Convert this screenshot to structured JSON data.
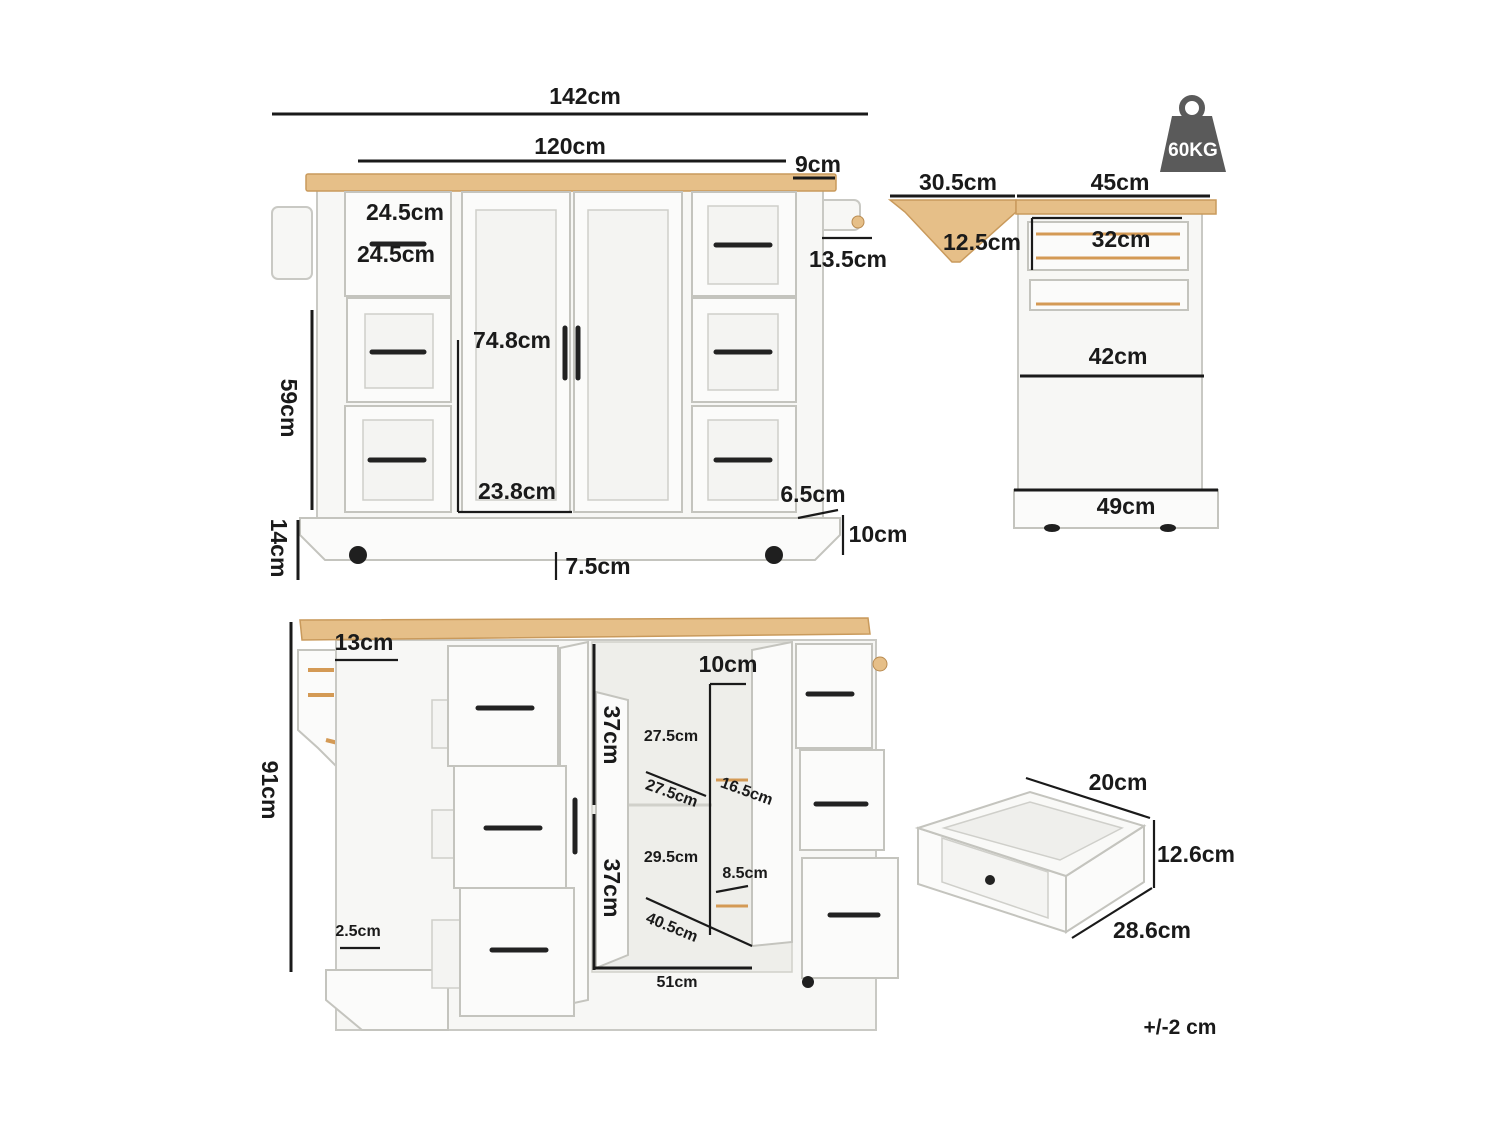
{
  "colors": {
    "wood": "#e6bf88",
    "cabinet": "#f7f7f5",
    "handle": "#222222",
    "weight_icon": "#5a5a5a"
  },
  "front_view": {
    "overall_width": "142cm",
    "top_width": "120cm",
    "overhang": "9cm",
    "drawer_width": "24.5cm",
    "drawer_depth": "24.5cm",
    "side_handle": "13.5cm",
    "door_height": "74.8cm",
    "body_height": "59cm",
    "door_width": "23.8cm",
    "corner": "6.5cm",
    "base_height": "14cm",
    "base_lift": "10cm",
    "wheel_height": "7.5cm"
  },
  "side_view": {
    "weight_icon": "weight-icon",
    "max_load": "60KG",
    "drop_leaf": "30.5cm",
    "top_depth": "45cm",
    "rack_height": "12.5cm",
    "rack_width": "32cm",
    "body_depth": "42cm",
    "base_depth": "49cm"
  },
  "open_view": {
    "total_height": "91cm",
    "towel_bar": "13cm",
    "shelf_depth_gap": "10cm",
    "upper_height": "37cm",
    "lower_height": "37cm",
    "upper_shelf_depth": "27.5cm",
    "shelf_width": "27.5cm",
    "door_shelf": "16.5cm",
    "lower_shelf_depth": "29.5cm",
    "door_rail": "8.5cm",
    "diagonal": "40.5cm",
    "inner_width": "51cm",
    "small_gap": "2.5cm"
  },
  "drawer_detail": {
    "width": "20cm",
    "height": "12.6cm",
    "depth": "28.6cm"
  },
  "tolerance": "+/-2 cm"
}
